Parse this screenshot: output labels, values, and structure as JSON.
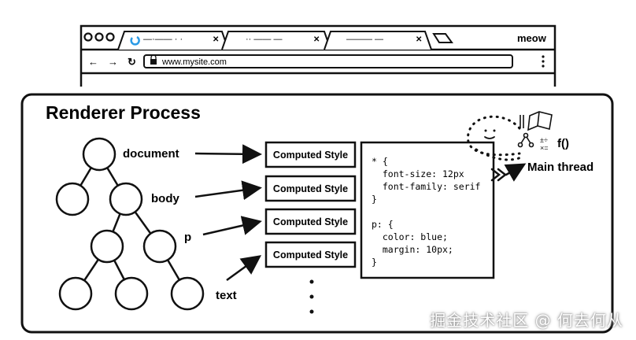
{
  "browser": {
    "tabs": [
      {
        "label": "—·—— ·  ·"
      },
      {
        "label": "·· ——  —"
      },
      {
        "label": "———  —"
      }
    ],
    "brand": "meow",
    "url": "www.mysite.com",
    "nav_icons": [
      "back-icon",
      "forward-icon",
      "reload-icon",
      "lock-icon",
      "kebab-menu-icon"
    ]
  },
  "diagram": {
    "title": "Renderer Process",
    "tree_labels": [
      "document",
      "body",
      "p",
      "text"
    ],
    "computed_style_labels": [
      "Computed Style",
      "Computed Style",
      "Computed Style",
      "Computed Style"
    ],
    "ellipsis": "⋮",
    "css_code": [
      "* {",
      "  font-size: 12px",
      "  font-family: serif",
      "}",
      "",
      "p: {",
      "  color: blue;",
      "  margin: 10px;",
      "}"
    ],
    "main_thread_label": "Main thread",
    "func_label": "f()"
  },
  "watermark": "掘金技术社区 @ 何去何从",
  "colors": {
    "ink": "#111111",
    "tab_accent": "#2b9be6",
    "background": "#ffffff"
  }
}
